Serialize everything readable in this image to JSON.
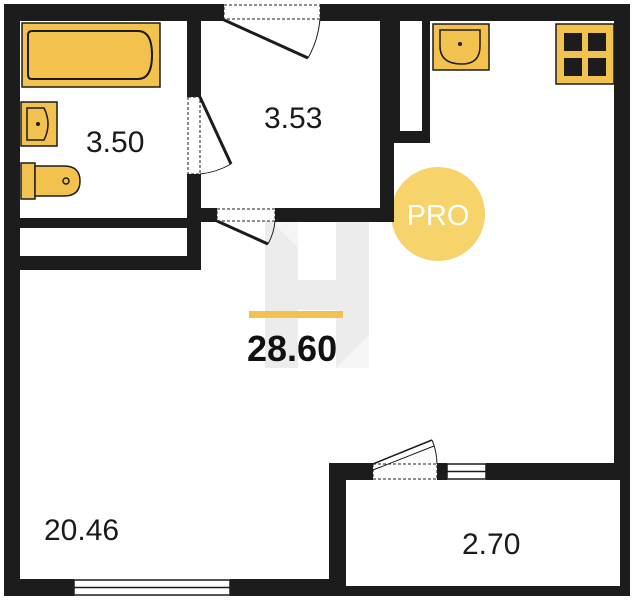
{
  "rooms": {
    "bathroom": {
      "area": "3.50"
    },
    "hallway": {
      "area": "3.53"
    },
    "main_room": {
      "area": "20.46"
    },
    "balcony": {
      "area": "2.70"
    }
  },
  "total_area": "28.60",
  "badge": {
    "text": "PRO"
  },
  "colors": {
    "wall": "#1c1c1c",
    "fixture_fill": "#f2c14e",
    "badge": "#f7d36b",
    "accent_line": "#f2c14e",
    "watermark": "#c9c9c9"
  },
  "icons": [
    "bathtub-icon",
    "sink-icon",
    "toilet-icon",
    "kitchen-sink-icon",
    "stove-icon",
    "door-icon",
    "window-icon",
    "watermark-logo"
  ]
}
